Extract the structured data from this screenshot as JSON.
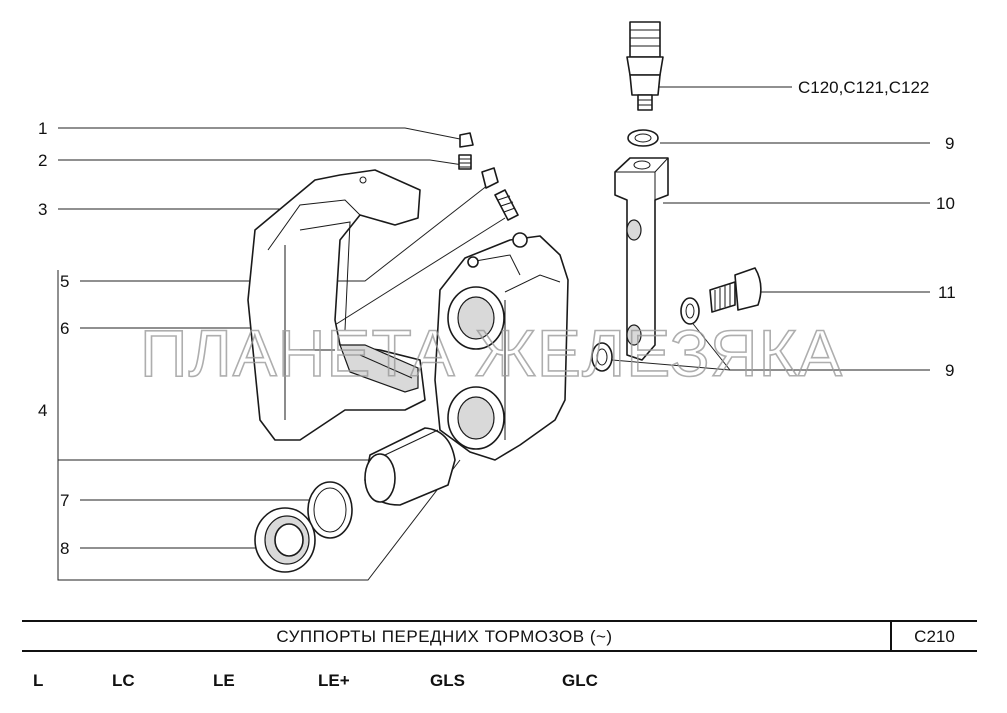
{
  "diagram": {
    "callouts": {
      "c1": "1",
      "c2": "2",
      "c3": "3",
      "c4": "4",
      "c5": "5",
      "c6": "6",
      "c7": "7",
      "c8": "8",
      "c9a": "9",
      "c9b": "9",
      "c10": "10",
      "c11": "11",
      "sensor": "С120,С121,С122"
    },
    "watermark": "ПЛАНЕТА ЖЕЛЕЗЯКА"
  },
  "title_block": {
    "title": "СУППОРТЫ ПЕРЕДНИХ ТОРМОЗОВ (~)",
    "code": "С210"
  },
  "variants": [
    "L",
    "LC",
    "LE",
    "LE+",
    "GLS",
    "GLC"
  ]
}
